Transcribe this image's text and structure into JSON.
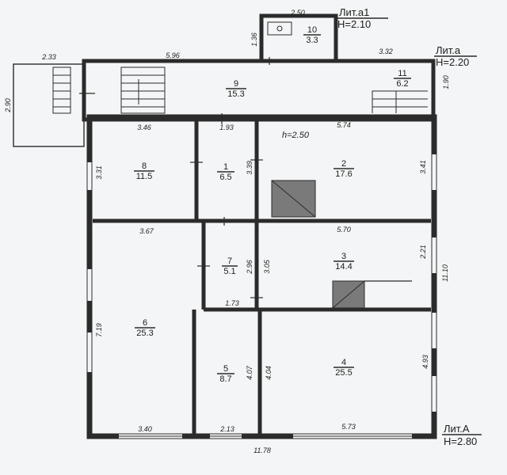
{
  "rooms": [
    {
      "num": "1",
      "area": "6.5"
    },
    {
      "num": "2",
      "area": "17.6"
    },
    {
      "num": "3",
      "area": "14.4"
    },
    {
      "num": "4",
      "area": "25.5"
    },
    {
      "num": "5",
      "area": "8.7"
    },
    {
      "num": "6",
      "area": "25.3"
    },
    {
      "num": "7",
      "area": "5.1"
    },
    {
      "num": "8",
      "area": "11.5"
    },
    {
      "num": "9",
      "area": "15.3"
    },
    {
      "num": "10",
      "area": "3.3"
    },
    {
      "num": "11",
      "area": "6.2"
    }
  ],
  "dimensions": {
    "d_2_50": "2.50",
    "d_1_36": "1.36",
    "d_2_33": "2.33",
    "d_5_96": "5.96",
    "d_3_32": "3.32",
    "d_1_90": "1.90",
    "d_2_90": "2.90",
    "d_3_46": "3.46",
    "d_1_93": "1.93",
    "d_5_74": "5.74",
    "d_3_31": "3.31",
    "d_3_39": "3.39",
    "d_3_41": "3.41",
    "d_3_67": "3.67",
    "d_5_70": "5.70",
    "d_2_96": "2.96",
    "d_3_05": "3.05",
    "d_2_21": "2.21",
    "d_11_10": "11.10",
    "d_1_73": "1.73",
    "d_7_19": "7.19",
    "d_4_07": "4.07",
    "d_4_04": "4.04",
    "d_4_93": "4.93",
    "d_3_40": "3.40",
    "d_2_13": "2.13",
    "d_5_73": "5.73",
    "d_11_78": "11.78"
  },
  "ceiling_note": "h=2.50",
  "labels": {
    "lit_a1": "Лит.а1",
    "h_a1": "H=2.10",
    "lit_a": "Лит.а",
    "h_a": "H=2.20",
    "lit_A": "Лит.А",
    "h_A": "H=2.80"
  }
}
